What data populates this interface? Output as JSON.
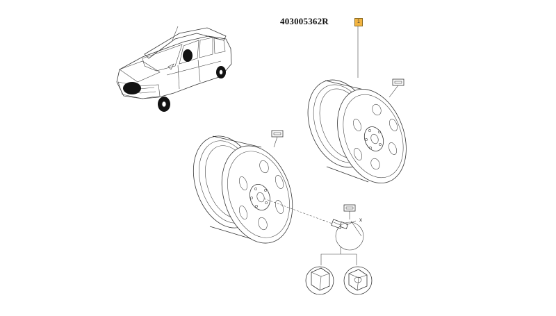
{
  "diagram": {
    "part_number": "403005362R",
    "callout_marker": "1",
    "axis_label": "x",
    "callout_color": "#f2b441"
  }
}
